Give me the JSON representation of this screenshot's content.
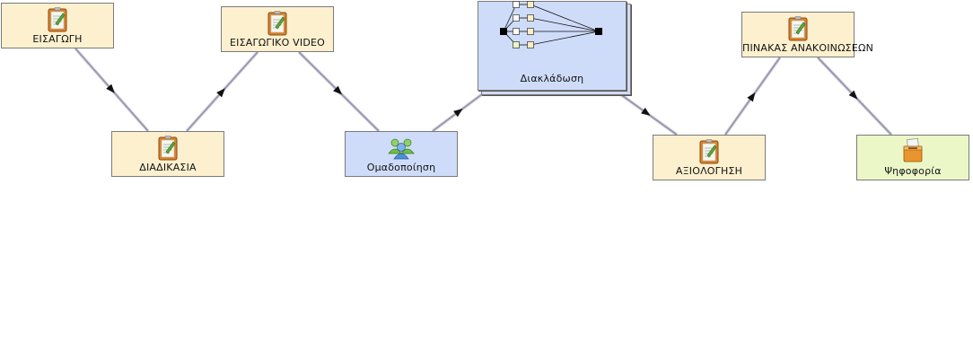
{
  "nodes": {
    "intro": {
      "label": "ΕΙΣΑΓΩΓΗ",
      "icon": "notebook-icon"
    },
    "procedure": {
      "label": "ΔΙΑΔΙΚΑΣΙΑ",
      "icon": "notebook-icon"
    },
    "intro_video": {
      "label": "ΕΙΣΑΓΩΓΙΚΟ VIDEO",
      "icon": "notebook-icon"
    },
    "grouping": {
      "label": "Ομαδοποίηση",
      "icon": "people-group-icon"
    },
    "branching": {
      "label": "Διακλάδωση",
      "icon": "branching-diagram-icon"
    },
    "evaluation": {
      "label": "ΑΞΙΟΛΟΓΗΣΗ",
      "icon": "notebook-icon"
    },
    "noticeboard": {
      "label": "ΠΙΝΑΚΑΣ ΑΝΑΚΟΙΝΩΣΕΩΝ",
      "icon": "notebook-icon"
    },
    "voting": {
      "label": "Ψηφοφορία",
      "icon": "ballot-box-icon"
    }
  },
  "edges": [
    {
      "from": "intro",
      "to": "procedure"
    },
    {
      "from": "procedure",
      "to": "intro_video"
    },
    {
      "from": "intro_video",
      "to": "grouping"
    },
    {
      "from": "grouping",
      "to": "branching"
    },
    {
      "from": "branching",
      "to": "evaluation"
    },
    {
      "from": "evaluation",
      "to": "noticeboard"
    },
    {
      "from": "noticeboard",
      "to": "voting"
    }
  ],
  "colors": {
    "activity_fill": "#fcf0cf",
    "grouping_fill": "#cfdcf9",
    "branching_fill": "#cfdcf9",
    "voting_fill": "#ecf7c8",
    "edge": "#9a98ae",
    "arrow": "#111111"
  }
}
